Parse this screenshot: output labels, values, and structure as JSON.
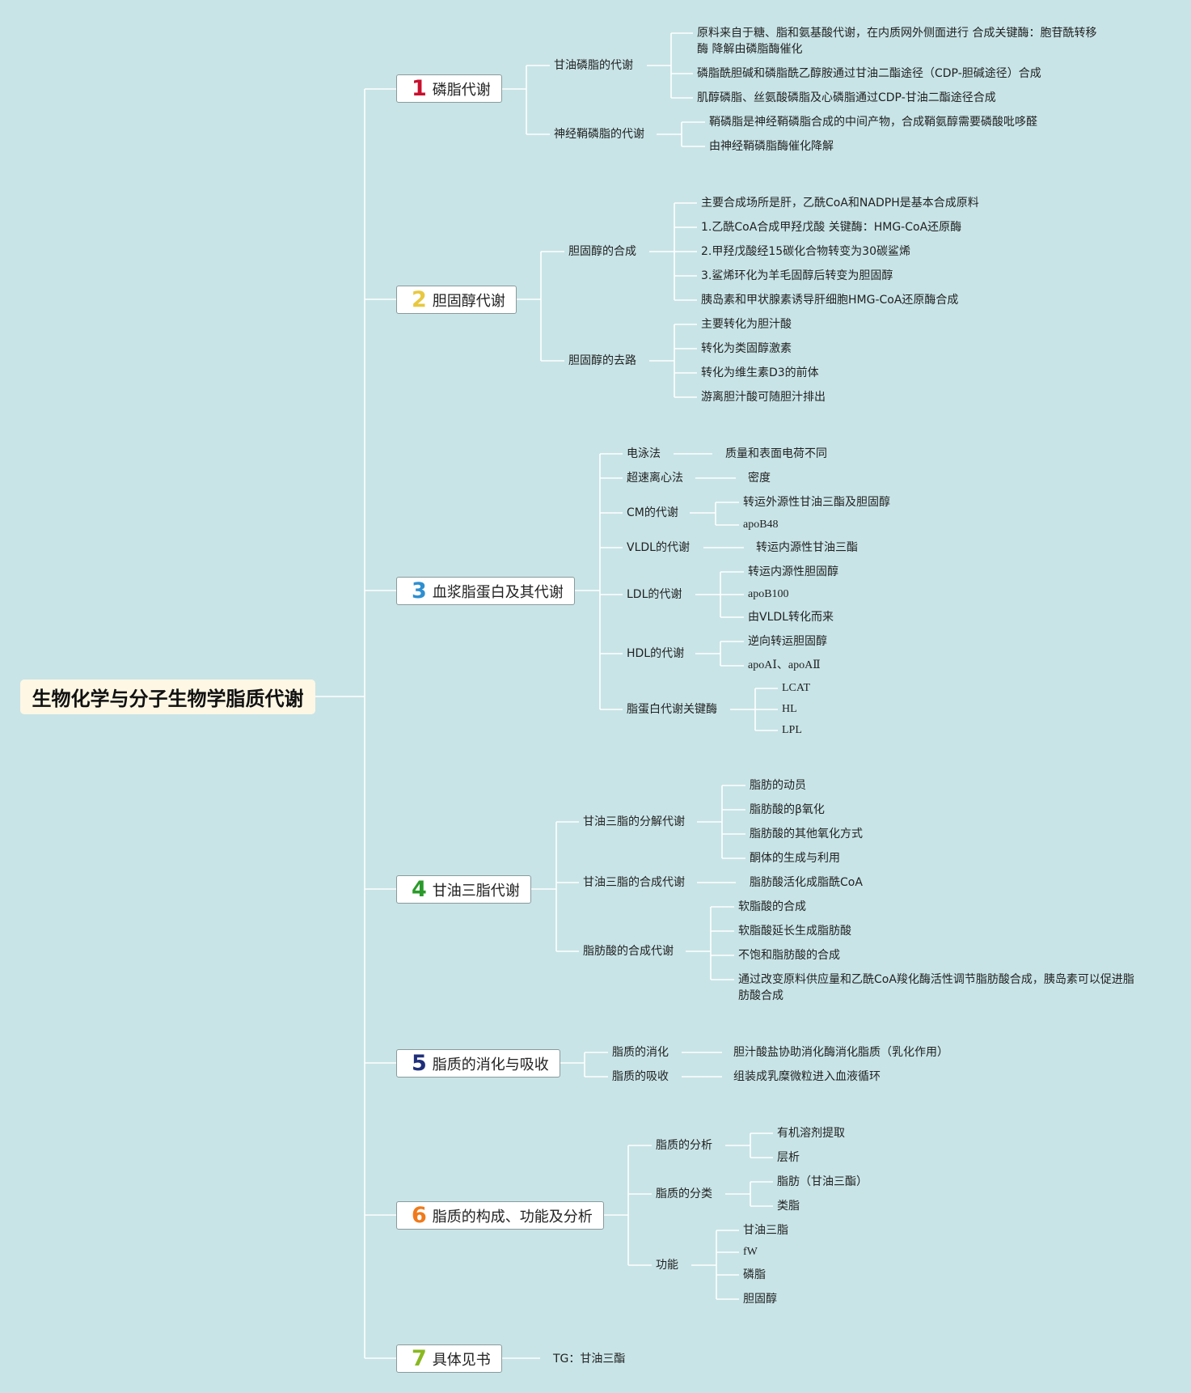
{
  "root": {
    "title": "生物化学与分子生物学脂质代谢"
  },
  "branches": [
    {
      "num": "1",
      "num_color": "#c8102e",
      "label": "磷脂代谢",
      "children": [
        {
          "label": "甘油磷脂的代谢",
          "leaves": [
            "原料来自于糖、脂和氨基酸代谢，在内质网外侧面进行 合成关键酶：胞苷酰转移酶 降解由磷脂酶催化",
            "磷脂酰胆碱和磷脂酰乙醇胺通过甘油二酯途径（CDP-胆碱途径）合成",
            "肌醇磷脂、丝氨酸磷脂及心磷脂通过CDP-甘油二酯途径合成"
          ]
        },
        {
          "label": "神经鞘磷脂的代谢",
          "leaves": [
            "鞘磷脂是神经鞘磷脂合成的中间产物，合成鞘氨醇需要磷酸吡哆醛",
            "由神经鞘磷脂酶催化降解"
          ]
        }
      ]
    },
    {
      "num": "2",
      "num_color": "#e8c840",
      "label": "胆固醇代谢",
      "children": [
        {
          "label": "胆固醇的合成",
          "leaves": [
            "主要合成场所是肝，乙酰CoA和NADPH是基本合成原料",
            "1.乙酰CoA合成甲羟戊酸 关键酶：HMG-CoA还原酶",
            "2.甲羟戊酸经15碳化合物转变为30碳鲨烯",
            "3.鲨烯环化为羊毛固醇后转变为胆固醇",
            "胰岛素和甲状腺素诱导肝细胞HMG-CoA还原酶合成"
          ]
        },
        {
          "label": "胆固醇的去路",
          "leaves": [
            "主要转化为胆汁酸",
            "转化为类固醇激素",
            "转化为维生素D3的前体",
            "游离胆汁酸可随胆汁排出"
          ]
        }
      ]
    },
    {
      "num": "3",
      "num_color": "#2e8fd0",
      "label": "血浆脂蛋白及其代谢",
      "children": [
        {
          "label": "电泳法",
          "leaves": [
            "质量和表面电荷不同"
          ]
        },
        {
          "label": "超速离心法",
          "leaves": [
            "密度"
          ]
        },
        {
          "label": "CM的代谢",
          "leaves": [
            "转运外源性甘油三酯及胆固醇",
            "apoB48"
          ]
        },
        {
          "label": "VLDL的代谢",
          "leaves": [
            "转运内源性甘油三酯"
          ]
        },
        {
          "label": "LDL的代谢",
          "leaves": [
            "转运内源性胆固醇",
            "apoB100",
            "由VLDL转化而来"
          ]
        },
        {
          "label": "HDL的代谢",
          "leaves": [
            "逆向转运胆固醇",
            "apoAⅠ、apoAⅡ"
          ]
        },
        {
          "label": "脂蛋白代谢关键酶",
          "leaves": [
            "LCAT",
            "HL",
            "LPL"
          ]
        }
      ]
    },
    {
      "num": "4",
      "num_color": "#2a9a2a",
      "label": "甘油三脂代谢",
      "children": [
        {
          "label": "甘油三脂的分解代谢",
          "leaves": [
            "脂肪的动员",
            "脂肪酸的β氧化",
            "脂肪酸的其他氧化方式",
            "酮体的生成与利用"
          ]
        },
        {
          "label": "甘油三脂的合成代谢",
          "leaves": [
            "脂肪酸活化成脂酰CoA"
          ]
        },
        {
          "label": "脂肪酸的合成代谢",
          "leaves": [
            "软脂酸的合成",
            "软脂酸延长生成脂肪酸",
            "不饱和脂肪酸的合成",
            "通过改变原料供应量和乙酰CoA羧化酶活性调节脂肪酸合成，胰岛素可以促进脂肪酸合成"
          ]
        }
      ]
    },
    {
      "num": "5",
      "num_color": "#1f2f7a",
      "label": "脂质的消化与吸收",
      "children": [
        {
          "label": "脂质的消化",
          "leaves": [
            "胆汁酸盐协助消化酶消化脂质（乳化作用）"
          ]
        },
        {
          "label": "脂质的吸收",
          "leaves": [
            "组装成乳糜微粒进入血液循环"
          ]
        }
      ]
    },
    {
      "num": "6",
      "num_color": "#f07a1a",
      "label": "脂质的构成、功能及分析",
      "children": [
        {
          "label": "脂质的分析",
          "leaves": [
            "有机溶剂提取",
            "层析"
          ]
        },
        {
          "label": "脂质的分类",
          "leaves": [
            "脂肪（甘油三酯）",
            "类脂"
          ]
        },
        {
          "label": "功能",
          "leaves": [
            "甘油三脂",
            "fW",
            "磷脂",
            "胆固醇"
          ]
        }
      ]
    },
    {
      "num": "7",
      "num_color": "#8ab820",
      "label": "具体见书",
      "children": [
        {
          "label": "TG：甘油三酯",
          "leaves": []
        }
      ]
    }
  ]
}
